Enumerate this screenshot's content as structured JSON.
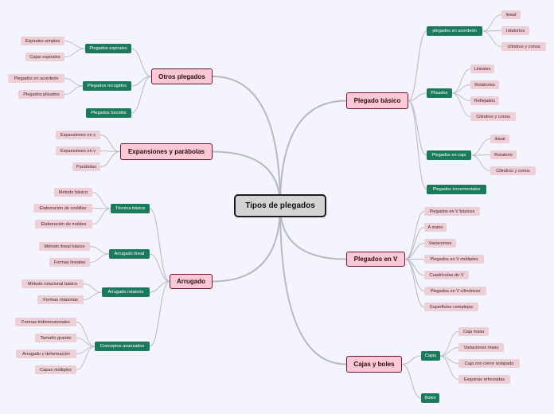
{
  "root": "Tipos de plegados",
  "main": {
    "plegado_basico": "Plegado básico",
    "plegados_en_v": "Plegados en V",
    "cajas_boles": "Cajas y boles",
    "otros_plegados": "Otros plegados",
    "expansiones": "Expansiones y parábolas",
    "arrugado": "Arrugado"
  },
  "plegado_basico": {
    "acordeon": {
      "label": "plegados en acordeón",
      "items": [
        "lineal",
        "rotatorios",
        "cilindros y conos"
      ]
    },
    "plisados": {
      "label": "Plisados",
      "items": [
        "Lineales",
        "Rotatorios",
        "Reflejados",
        "Cilindros y conos"
      ]
    },
    "caja": {
      "label": "Plegados en caja",
      "items": [
        "lineal",
        "Rotatorio",
        "Cilindros y conos"
      ]
    },
    "incrementales": {
      "label": "Plegados incrementales"
    }
  },
  "plegados_en_v": {
    "items": [
      "Plegados en V básicos",
      "A mano",
      "Variaciones",
      "Plegados en V múltiples",
      "Cuadrículas de V",
      "Plegados en V cilíndricos",
      "Superficies complejas"
    ]
  },
  "cajas_boles": {
    "cajas": {
      "label": "Cajas",
      "items": [
        "Caja masu",
        "Variaciones masu",
        "Caja con cierre solapado",
        "Esquinas reforzadas"
      ]
    },
    "boles": {
      "label": "Boles"
    }
  },
  "otros_plegados": {
    "espirales": {
      "label": "Plegados espirales",
      "items": [
        "Espirales simples",
        "Cajas espirales"
      ]
    },
    "recogidos": {
      "label": "Plegados recogidos",
      "items": [
        "Plegados en acordeón",
        "Plegados plisados"
      ]
    },
    "torcidos": {
      "label": "Plegados torcidos"
    }
  },
  "expansiones": {
    "items": [
      "Expansiones en x",
      "Expansiones en v",
      "Parábolas"
    ]
  },
  "arrugado": {
    "tecnica": {
      "label": "Técnica básica",
      "items": [
        "Método básico",
        "Elaboración de costillas",
        "Elaboración de moldes"
      ]
    },
    "lineal": {
      "label": "Arrugado lineal",
      "items": [
        "Método lineal básico",
        "Formas lineales"
      ]
    },
    "rotatorio": {
      "label": "Arrugado rotatorio",
      "items": [
        "Método rotacional básico",
        "Formas rotatorias"
      ]
    },
    "conceptos": {
      "label": "Conceptos avanzados",
      "items": [
        "Formas tridimensionales",
        "Tamaño grande",
        "Arrugado y deformación",
        "Capas múltiples"
      ]
    }
  },
  "colors": {
    "background": "#f3f4fd",
    "topic": "#fcc8d6",
    "subtopic": "#1b7a5c",
    "leaf": "#edcfd5",
    "root": "#d3d4d6",
    "connector": "#b9bcc6"
  }
}
